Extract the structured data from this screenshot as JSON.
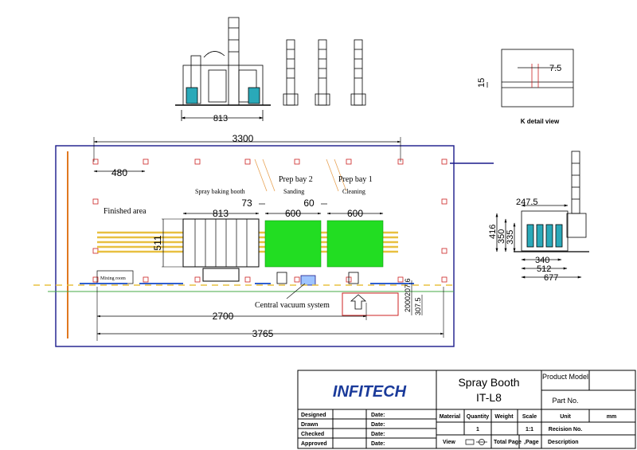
{
  "front_view": {
    "width_dim": "813"
  },
  "k_detail": {
    "dim_a": "7.5",
    "dim_b": "15",
    "caption": "K detail view"
  },
  "plan": {
    "overall_length": "3300",
    "offset_dim": "480",
    "finished_area": "Finished area",
    "spray_booth_label": "Spray baking booth",
    "prep_bay2_title": "Prep bay 2",
    "prep_bay2_sub": "Sanding",
    "prep_bay1_title": "Prep bay 1",
    "prep_bay1_sub": "Cleaning",
    "booth_length": "813",
    "gap_dim": "73",
    "bay_gap_dim": "60",
    "bay2_length": "600",
    "bay1_length": "600",
    "booth_width": "511",
    "mixing_room": "Mixing room",
    "vacuum_label": "Central vacuum system",
    "rail_length": "2700",
    "total_length": "3765",
    "side_dim_a": "2000",
    "side_dim_b": "207.6",
    "side_dim_c": "307.5"
  },
  "side_view": {
    "d1": "247.5",
    "d2": "416",
    "d3": "350",
    "d4": "335",
    "d5": "340",
    "d6": "512",
    "d7": "677"
  },
  "title_block": {
    "logo": "INFITECH",
    "product_title_1": "Spray Booth",
    "product_title_2": "IT-L8",
    "product_model_label": "Product Model",
    "part_no_label": "Part No.",
    "rows": [
      "Designed",
      "Drawn",
      "Checked",
      "Approved"
    ],
    "date_label": "Date:",
    "col_material": "Material",
    "col_quantity": "Quantity",
    "col_weight": "Weight",
    "col_scale": "Scale",
    "col_unit": "Unit",
    "unit_value": "mm",
    "quantity_value": "1",
    "scale_value": "1:1",
    "recision_label": "Recision No.",
    "view_label": "View",
    "total_page_label": "Total Page",
    "page_label": ",Page",
    "description_label": "Description"
  },
  "colors": {
    "line": "#000000",
    "green_bay": "#22dd22",
    "rail_yellow": "#e8c040",
    "frame_blue": "#1a1a8a",
    "marker_red": "#cc2222"
  }
}
